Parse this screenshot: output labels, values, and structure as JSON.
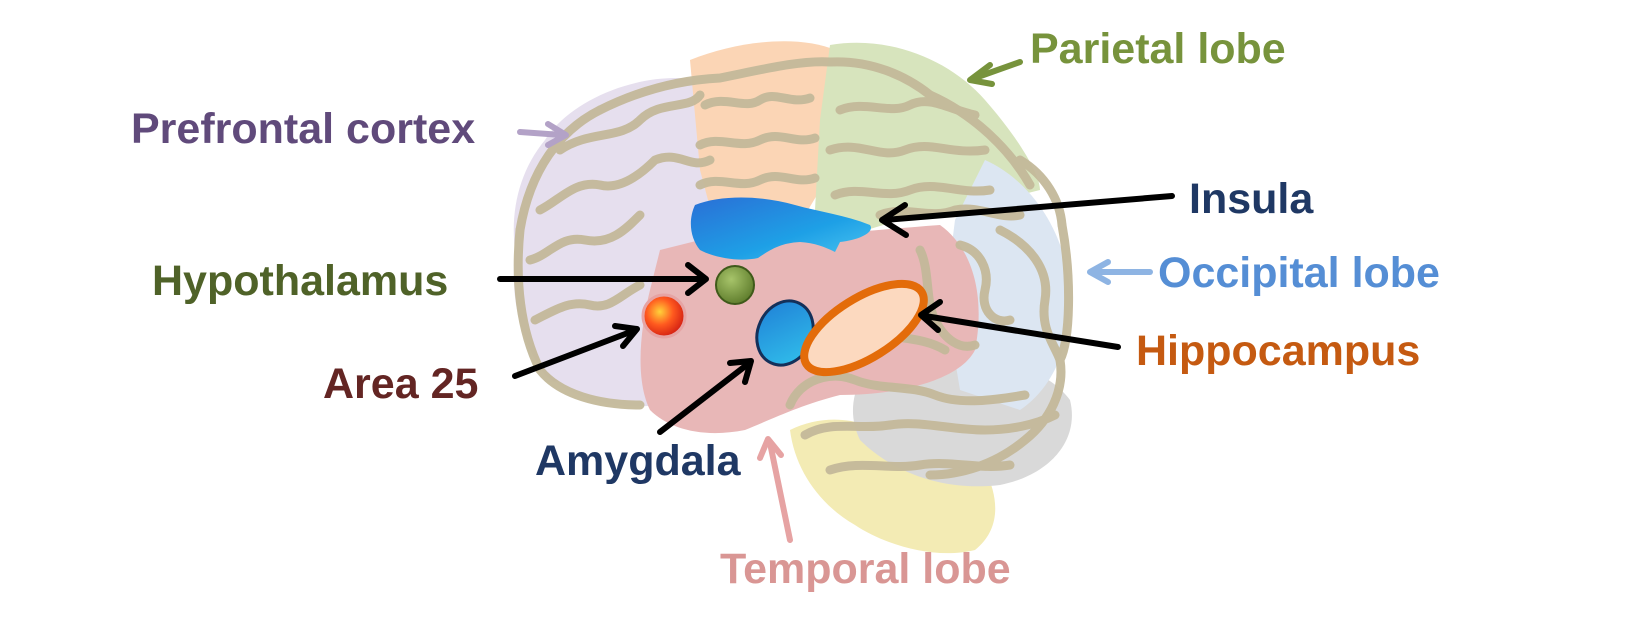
{
  "labels": {
    "parietal": "Parietal lobe",
    "prefrontal": "Prefrontal cortex",
    "insula": "Insula",
    "occipital": "Occipital lobe",
    "hypothalamus": "Hypothalamus",
    "hippocampus": "Hippocampus",
    "area25": "Area 25",
    "amygdala": "Amygdala",
    "temporal": "Temporal lobe"
  },
  "colors": {
    "parietal_text": "#77933c",
    "prefrontal_text": "#604a7b",
    "insula_text": "#1f3864",
    "occipital_text": "#558ed5",
    "hypothalamus_text": "#4f6228",
    "hippocampus_text": "#c55a11",
    "area25_text": "#632523",
    "amygdala_text": "#1f3864",
    "temporal_text": "#d99694",
    "prefrontal_region": "#e6dfee",
    "motor_region": "#fbd5b5",
    "parietal_region": "#d7e4bd",
    "occipital_region": "#dce6f2",
    "temporal_region": "#e8b7b7",
    "cerebellum_region": "#d9d9d9",
    "brainstem_region": "#f3ebb4",
    "gyri_outline": "#c4b99a",
    "arrow_black": "#000000"
  },
  "icons": [
    "brain-illustration",
    "insula-shape",
    "hypothalamus-dot",
    "area25-dot",
    "amygdala-shape",
    "hippocampus-ring"
  ]
}
